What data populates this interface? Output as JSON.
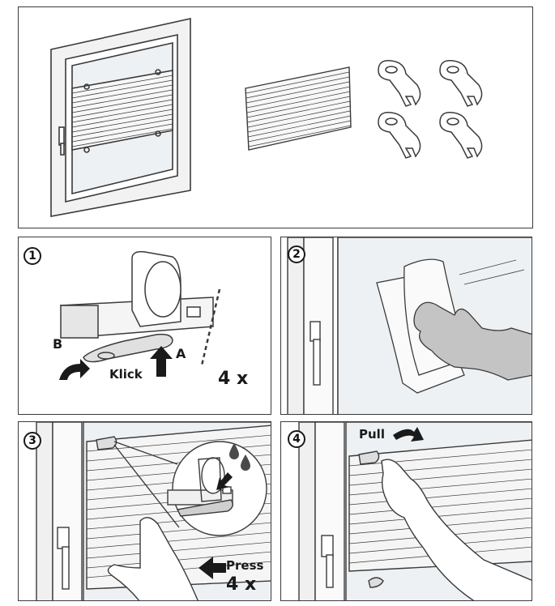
{
  "overview": {
    "items": [
      "window-with-blind",
      "pleated-blind",
      "clip-brackets-x4"
    ]
  },
  "steps": [
    {
      "number": "1",
      "label_a": "A",
      "label_b": "B",
      "label_klick": "Klick",
      "count": "4 x"
    },
    {
      "number": "2"
    },
    {
      "number": "3",
      "label_press": "Press",
      "count": "4 x"
    },
    {
      "number": "4",
      "label_pull": "Pull"
    }
  ],
  "colors": {
    "line": "#3a3a3a",
    "glass": "#eef1f3",
    "blind": "#f4f4f4",
    "hand": "#bdbdbd",
    "arrow": "#1a1a1a"
  },
  "icons": [
    "check-icon",
    "water-drop-icon",
    "arrow-up-icon",
    "curved-arrow-icon",
    "arrow-left-icon"
  ]
}
